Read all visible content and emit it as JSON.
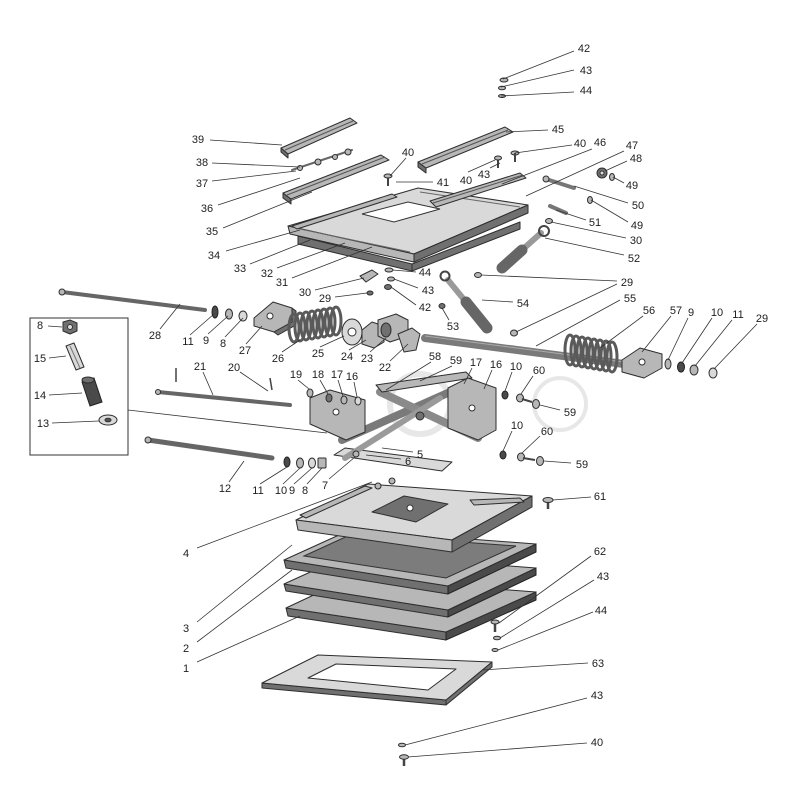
{
  "diagram": {
    "callouts": [
      "42",
      "43",
      "44",
      "45",
      "40",
      "46",
      "47",
      "39",
      "38",
      "37",
      "36",
      "35",
      "34",
      "33",
      "32",
      "31",
      "40",
      "41",
      "40",
      "43",
      "48",
      "49",
      "50",
      "51",
      "49",
      "30",
      "52",
      "44",
      "43",
      "42",
      "30",
      "29",
      "29",
      "54",
      "55",
      "53",
      "56",
      "57",
      "9",
      "10",
      "11",
      "29",
      "28",
      "11",
      "9",
      "8",
      "27",
      "26",
      "25",
      "24",
      "23",
      "22",
      "58",
      "59",
      "17",
      "16",
      "10",
      "60",
      "59",
      "8",
      "15",
      "14",
      "13",
      "21",
      "20",
      "19",
      "18",
      "17",
      "16",
      "10",
      "60",
      "59",
      "6",
      "5",
      "12",
      "11",
      "10",
      "9",
      "8",
      "7",
      "61",
      "4",
      "62",
      "43",
      "44",
      "3",
      "2",
      "1",
      "63",
      "43",
      "40"
    ]
  }
}
